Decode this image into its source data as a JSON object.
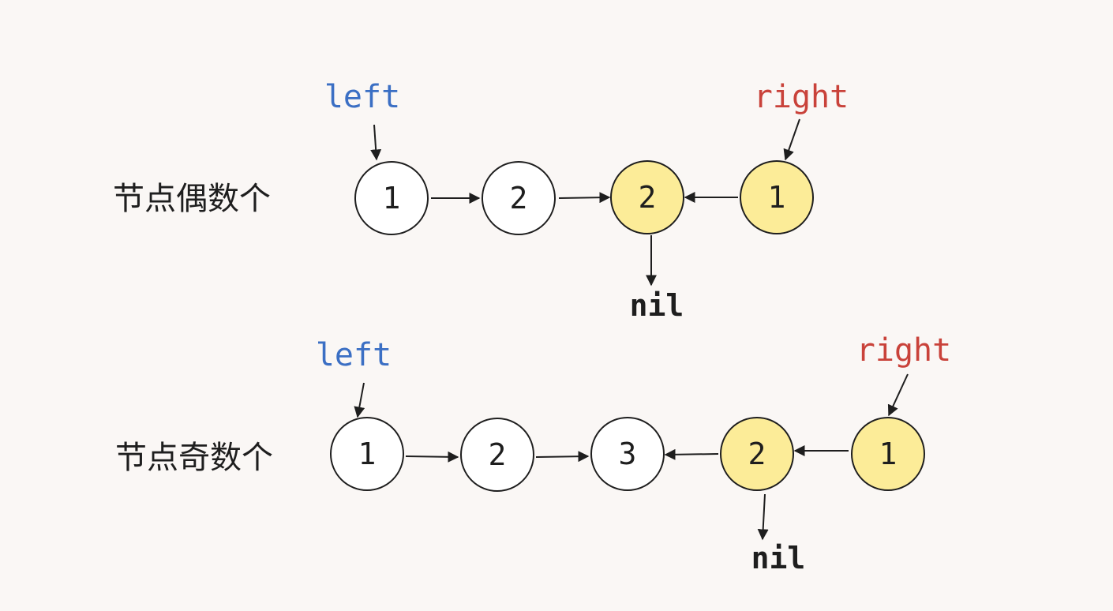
{
  "colors": {
    "background": "#faf7f5",
    "stroke": "#1e1e1e",
    "highlight_fill": "#fcec98",
    "plain_fill": "#ffffff",
    "left_color": "#3b6fc4",
    "right_color": "#c9423a"
  },
  "rows": [
    {
      "label": "节点偶数个",
      "nodes": [
        {
          "value": "1",
          "highlighted": false
        },
        {
          "value": "2",
          "highlighted": false
        },
        {
          "value": "2",
          "highlighted": true
        },
        {
          "value": "1",
          "highlighted": true
        }
      ],
      "left_label": "left",
      "right_label": "right",
      "nil_label": "nil"
    },
    {
      "label": "节点奇数个",
      "nodes": [
        {
          "value": "1",
          "highlighted": false
        },
        {
          "value": "2",
          "highlighted": false
        },
        {
          "value": "3",
          "highlighted": false
        },
        {
          "value": "2",
          "highlighted": true
        },
        {
          "value": "1",
          "highlighted": true
        }
      ],
      "left_label": "left",
      "right_label": "right",
      "nil_label": "nil"
    }
  ]
}
